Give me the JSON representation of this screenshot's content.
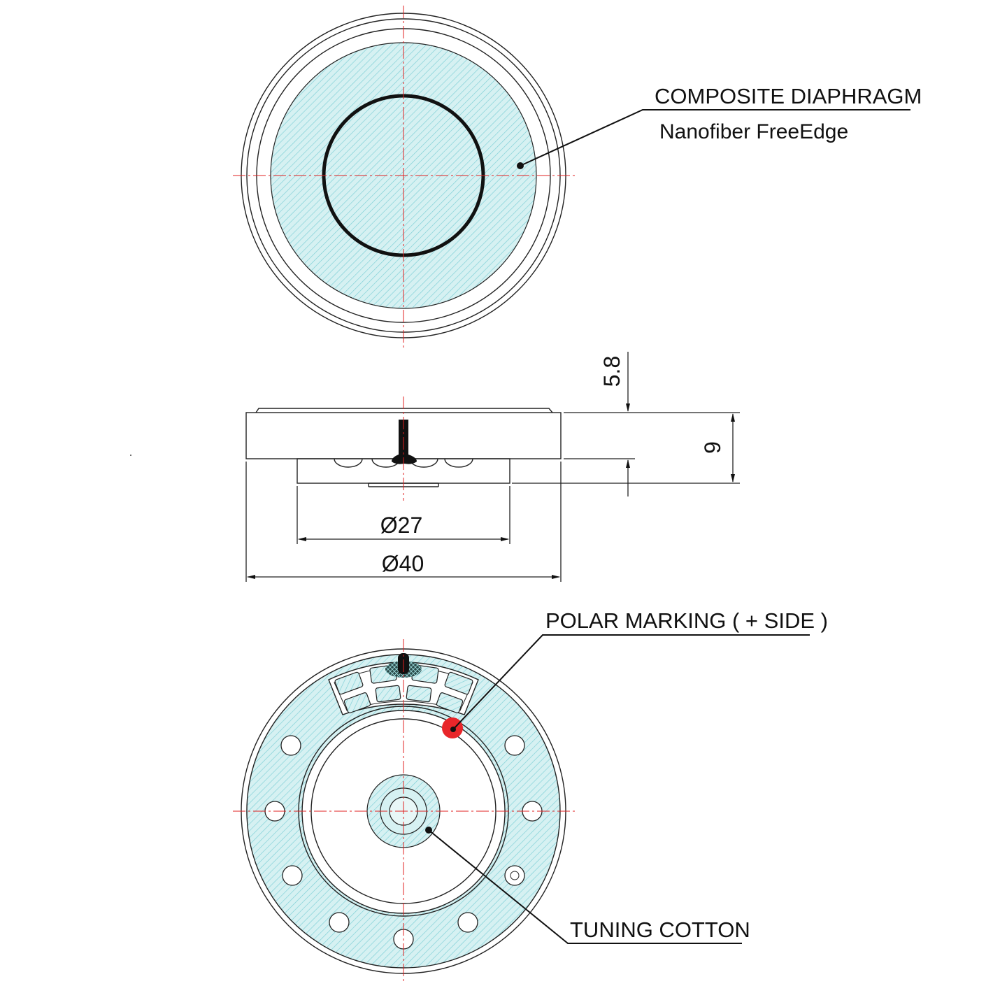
{
  "callouts": {
    "diaphragm_title": "COMPOSITE DIAPHRAGM",
    "diaphragm_subtitle": "Nanofiber FreeEdge",
    "polar_marking": "POLAR MARKING ( + SIDE )",
    "tuning_cotton": "TUNING COTTON"
  },
  "dimensions": {
    "height_top": "5.8",
    "height_total": "9",
    "inner_diameter": "Ø27",
    "outer_diameter": "Ø40"
  },
  "colors": {
    "hatch_fill": "#d6f1f2",
    "hatch_line": "#7ccfd6",
    "centerline": "#e02020",
    "polar_mark": "#e8262a",
    "outline": "#222222"
  }
}
